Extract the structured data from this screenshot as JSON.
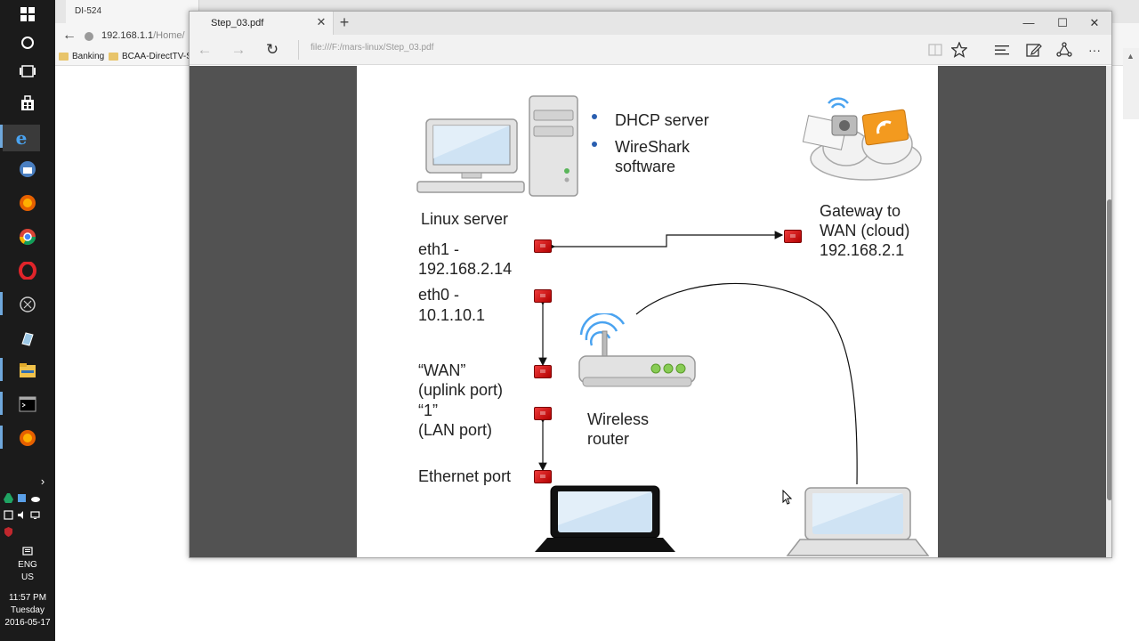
{
  "background_browser": {
    "tab_title": "DI-524",
    "address_host": "192.168.1.1",
    "address_path": "/Home/",
    "bookmarks": [
      "Banking",
      "BCAA-DirectTV-S"
    ]
  },
  "edge": {
    "tab_title": "Step_03.pdf",
    "tab_close": "✕",
    "new_tab": "+",
    "url": "file:///F:/mars-linux/Step_03.pdf",
    "window_controls": {
      "minimize": "—",
      "maximize": "☐",
      "close": "✕"
    },
    "nav": {
      "back": "←",
      "forward": "→",
      "refresh": "↻",
      "more": "···"
    }
  },
  "diagram": {
    "bullets": [
      "DHCP server",
      "WireShark",
      "software"
    ],
    "linux_server_label": "Linux server",
    "eth1_label": "eth1 -",
    "eth1_ip": "192.168.2.14",
    "eth0_label": "eth0 -",
    "eth0_ip": "10.1.10.1",
    "wan_label": "“WAN”",
    "uplink_label": "(uplink port)",
    "lan1_label": "“1”",
    "lan_port_label": "(LAN port)",
    "ethernet_port_label": "Ethernet port",
    "wireless_router_line1": "Wireless",
    "wireless_router_line2": "router",
    "gateway_line1": "Gateway to",
    "gateway_line2": "WAN (cloud)",
    "gateway_ip": "192.168.2.1"
  },
  "taskbar": {
    "language": "ENG",
    "region": "US",
    "time": "11:57 PM",
    "day": "Tuesday",
    "date": "2016-05-17"
  },
  "colors": {
    "taskbar_bg": "#1b1b1b",
    "pdf_viewer_bg": "#525252",
    "port_red": "#d81e1e",
    "bullet_blue": "#2a5fb0"
  }
}
